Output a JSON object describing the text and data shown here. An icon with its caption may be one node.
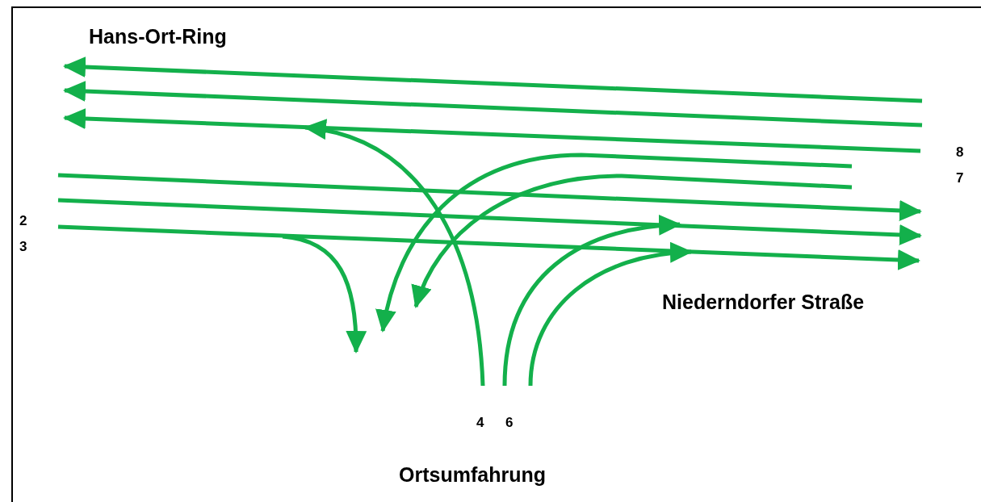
{
  "diagram": {
    "labels": [
      "Hans-Ort-Ring",
      "8",
      "7",
      "2",
      "3",
      "Niederndorfer Straße",
      "4",
      "6",
      "Ortsumfahrung"
    ]
  }
}
